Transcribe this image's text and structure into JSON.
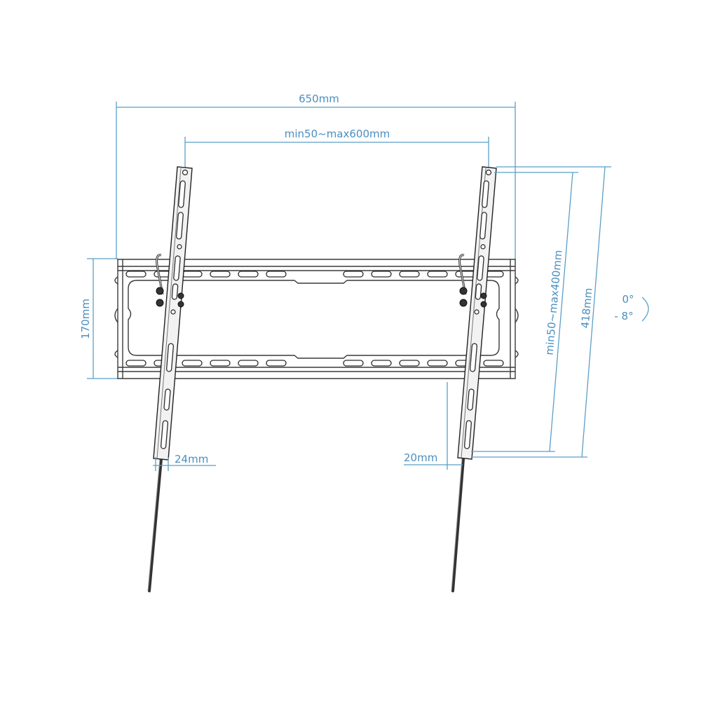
{
  "diagram": {
    "subject": "tilting TV wall mount bracket",
    "dimension_color": "#4a8fbf",
    "line_color": "#2c2c2c",
    "dimensions": {
      "overall_width": "650mm",
      "vesa_horizontal": "min50~max600mm",
      "plate_height": "170mm",
      "vesa_vertical": "min50~max400mm",
      "arm_length": "418mm",
      "wall_distance_left": "24mm",
      "wall_distance_right": "20mm"
    },
    "tilt": {
      "min": "0°",
      "max": "- 8°"
    }
  }
}
